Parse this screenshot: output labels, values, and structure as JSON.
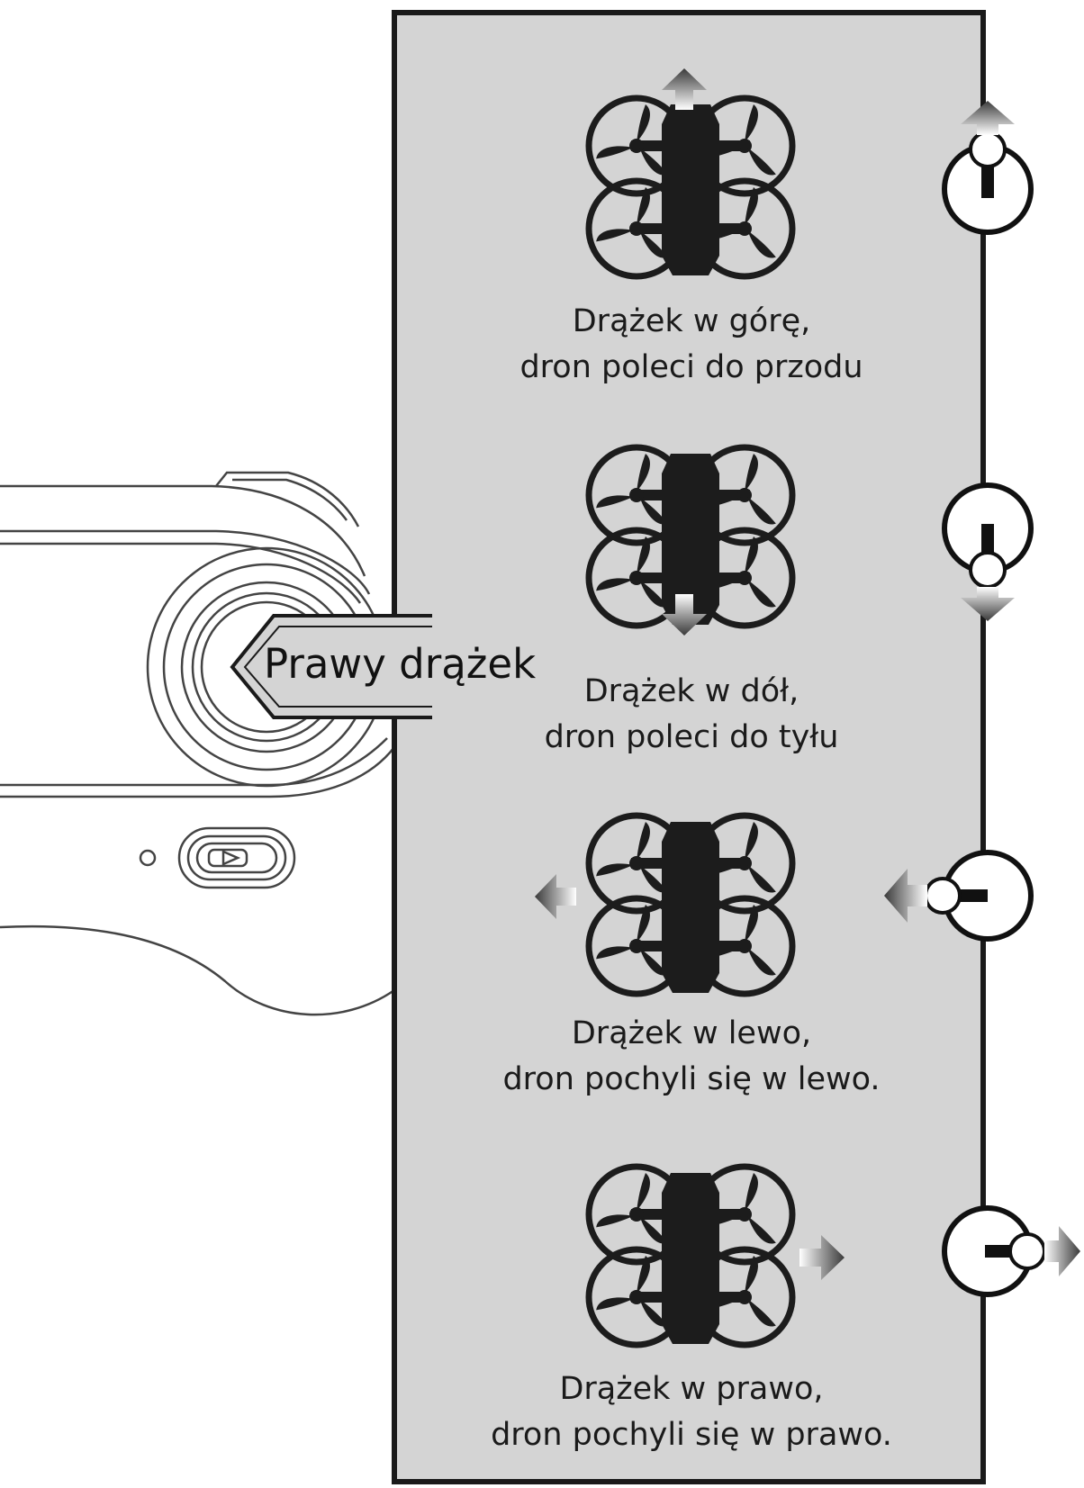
{
  "callout": {
    "label": "Prawy drążek"
  },
  "colors": {
    "panel_fill": "#d4d4d4",
    "panel_border": "#1a1a1a",
    "drone": "#1c1c1c",
    "arrow_dark": "#3a3a3a",
    "arrow_light": "#ffffff",
    "line_art": "#444444"
  },
  "steps": [
    {
      "stick_direction": "up",
      "drone_motion": "forward",
      "caption_line1": "Drążek w górę,",
      "caption_line2": "dron poleci do przodu"
    },
    {
      "stick_direction": "down",
      "drone_motion": "backward",
      "caption_line1": "Drążek w dół,",
      "caption_line2": "dron poleci do tyłu"
    },
    {
      "stick_direction": "left",
      "drone_motion": "tilt-left",
      "caption_line1": "Drążek w lewo,",
      "caption_line2": "dron pochyli się w lewo."
    },
    {
      "stick_direction": "right",
      "drone_motion": "tilt-right",
      "caption_line1": "Drążek w prawo,",
      "caption_line2": "dron pochyli się w prawo."
    }
  ]
}
